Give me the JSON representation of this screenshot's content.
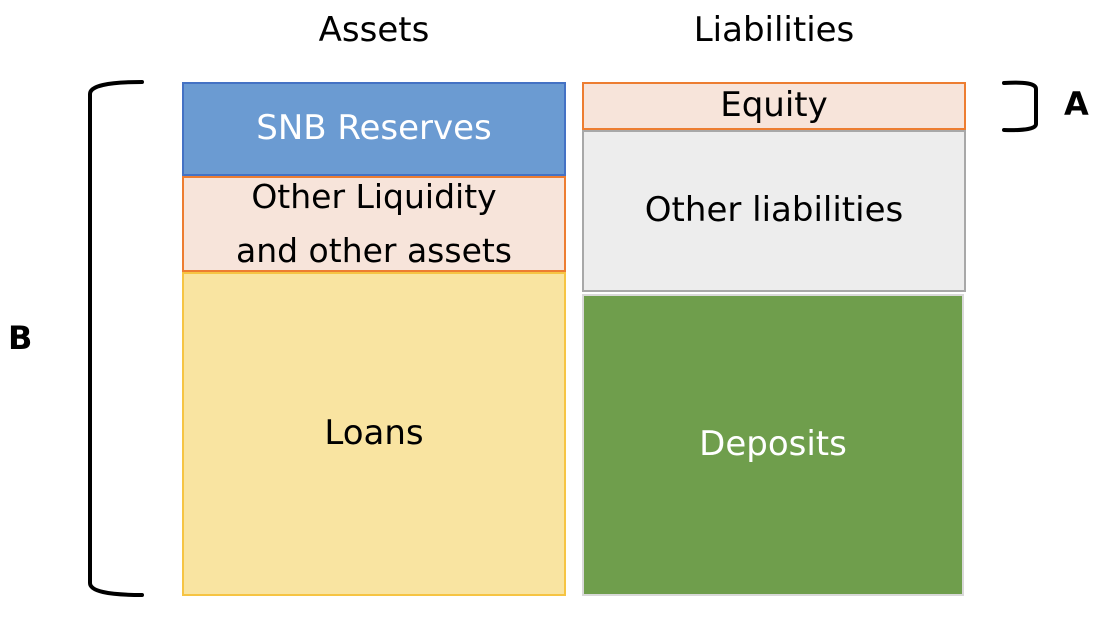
{
  "headers": {
    "assets": "Assets",
    "liabilities": "Liabilities"
  },
  "assets": [
    {
      "label_lines": [
        "SNB Reserves"
      ],
      "fill": "#6b9bd2",
      "text_color": "#ffffff"
    },
    {
      "label_lines": [
        "Other Liquidity",
        "and other assets"
      ],
      "fill": "#f7e4da",
      "text_color": "#000000"
    },
    {
      "label_lines": [
        "Loans"
      ],
      "fill": "#f9e4a1",
      "text_color": "#000000"
    }
  ],
  "liabilities": [
    {
      "label_lines": [
        "Equity"
      ],
      "fill": "#f7e4da",
      "text_color": "#000000"
    },
    {
      "label_lines": [
        "Other liabilities"
      ],
      "fill": "#ededed",
      "text_color": "#000000"
    },
    {
      "label_lines": [
        "Deposits"
      ],
      "fill": "#6f9e4c",
      "text_color": "#ffffff"
    }
  ],
  "brackets": {
    "a": "A",
    "b": "B"
  }
}
